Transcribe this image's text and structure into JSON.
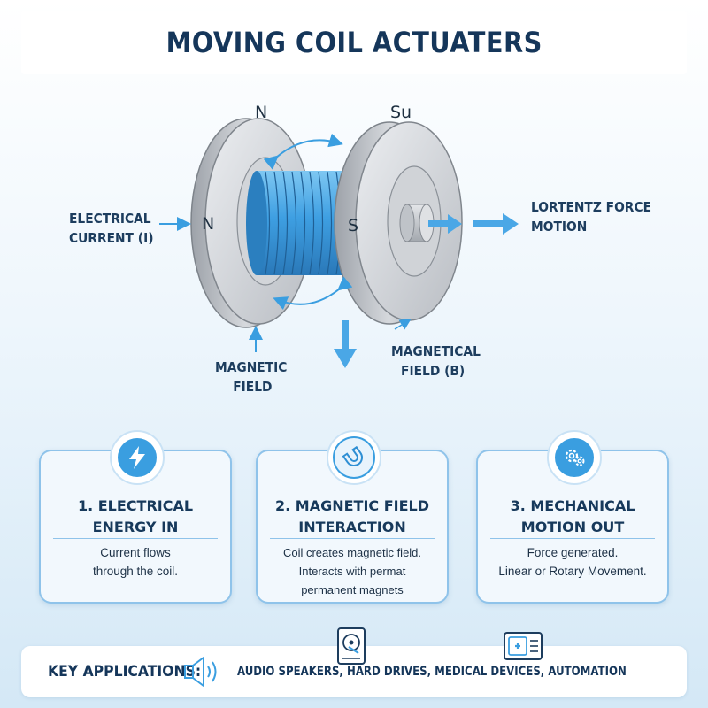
{
  "title": "MOVING COIL ACTUATERS",
  "diagram": {
    "pole_top_left": "N",
    "pole_top_right": "Su",
    "pole_left": "N",
    "pole_right": "S",
    "label_current": [
      "ELECTRICAL",
      "CURRENT (I)"
    ],
    "label_force": [
      "LORTENTZ FORCE",
      "MOTION"
    ],
    "label_field_left": [
      "MAGNETIC",
      "FIELD"
    ],
    "label_field_right": [
      "MAGNETICAL",
      "FIELD (B)"
    ]
  },
  "cards": [
    {
      "icon": "lightning-bolt-icon",
      "title": [
        "1. ELECTRICAL",
        "ENERGY IN"
      ],
      "desc": [
        "Current flows",
        "through the coil."
      ]
    },
    {
      "icon": "horseshoe-magnet-icon",
      "title": [
        "2. MAGNETIC FIELD",
        "INTERACTION"
      ],
      "desc": [
        "Coil creates magnetic field.",
        "Interacts with permat",
        "permanent magnets"
      ]
    },
    {
      "icon": "gears-icon",
      "title": [
        "3. MECHANICAL",
        "MOTION OUT"
      ],
      "desc": [
        "Force generated.",
        "Linear or Rotary Movement."
      ]
    }
  ],
  "applications": {
    "label": "KEY APPLICATIONS:",
    "items": "AUDIO SPEAKERS,  HARD DRIVES, MEDICAL DEVICES, AUTOMATION",
    "icons": [
      "speaker-icon",
      "hard-drive-icon",
      "medical-monitor-icon"
    ]
  },
  "colors": {
    "accent": "#3a9ee0",
    "coil": "#46a8e6",
    "magnet": "#c6c9ce",
    "card_border": "#8fc3ea",
    "title_text": "#15365a"
  }
}
